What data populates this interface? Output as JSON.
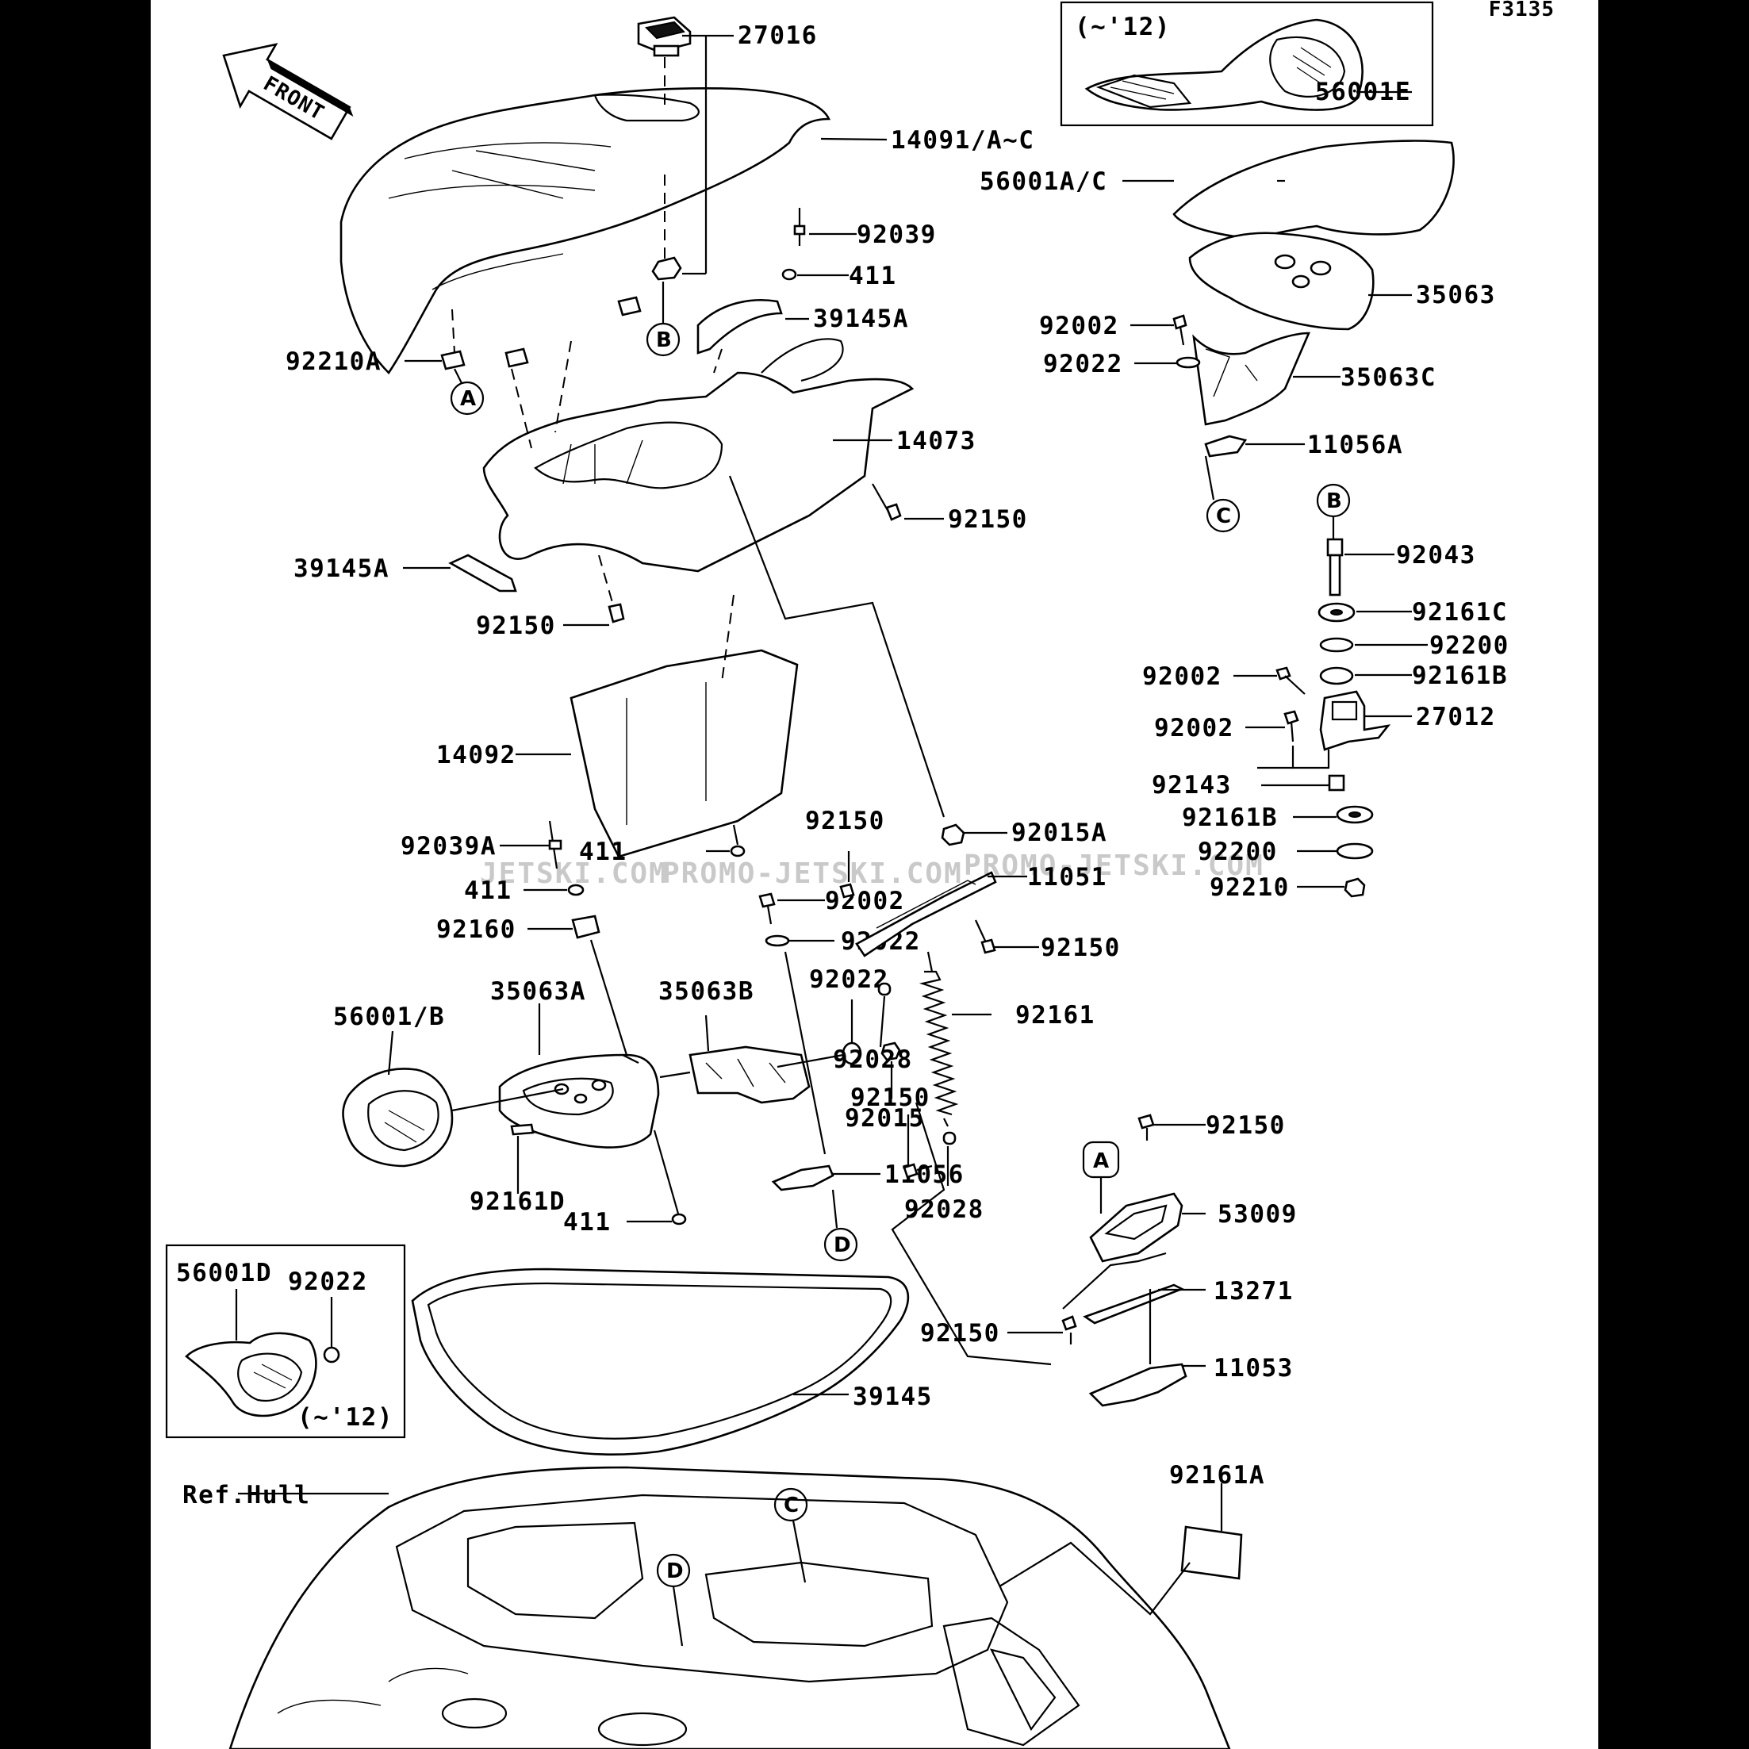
{
  "figure_code": "F3135",
  "front_badge": "FRONT",
  "ref_hull": "Ref.Hull",
  "watermark": [
    "JETSKI.COM",
    "PROMO-JETSKI.COM",
    "PROMO-JETSKI.COM"
  ],
  "inset_top": {
    "year_note": "(~'12)",
    "part": "56001E"
  },
  "inset_bottom": {
    "year_note": "(~'12)",
    "parts": [
      "56001D",
      "92022"
    ]
  },
  "ref_letters": {
    "A": "A",
    "B": "B",
    "C": "C",
    "D": "D"
  },
  "parts": {
    "p27016": "27016",
    "p14091": "14091/A~C",
    "p92039": "92039",
    "p411a": "411",
    "p39145A_top": "39145A",
    "p92210A": "92210A",
    "p14073": "14073",
    "p92150a": "92150",
    "p39145A_left": "39145A",
    "p92150b": "92150",
    "p14092": "14092",
    "p411b": "411",
    "p56001AC": "56001A/C",
    "p35063": "35063",
    "p92002a": "92002",
    "p92022a": "92022",
    "p35063C": "35063C",
    "p11056A": "11056A",
    "p92043": "92043",
    "p92161C": "92161C",
    "p92200a": "92200",
    "p92002b": "92002",
    "p92161Ba": "92161B",
    "p27012": "27012",
    "p92002c": "92002",
    "p92143": "92143",
    "p92161Bb": "92161B",
    "p92200b": "92200",
    "p92210": "92210",
    "p92039A": "92039A",
    "p411c": "411",
    "p92160": "92160",
    "p56001B": "56001/B",
    "p35063A": "35063A",
    "p35063B": "35063B",
    "p92002d": "92002",
    "p92022b": "92022",
    "p92022c": "92022",
    "p92015": "92015",
    "p92161D": "92161D",
    "p411d": "411",
    "p11056": "11056",
    "p92150c": "92150",
    "p92015A": "92015A",
    "p11051": "11051",
    "p92150d": "92150",
    "p92161": "92161",
    "p92028a": "92028",
    "p92150e": "92150",
    "p92028b": "92028",
    "p92150f": "92150",
    "p53009": "53009",
    "p13271": "13271",
    "p92150g": "92150",
    "p11053": "11053",
    "p39145": "39145",
    "p92161A": "92161A"
  }
}
